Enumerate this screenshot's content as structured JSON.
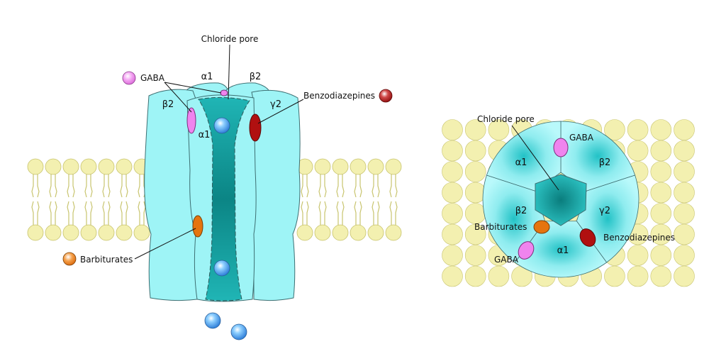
{
  "colors": {
    "channel_fill": "#9ef4f6",
    "channel_stroke": "#3d6f72",
    "pore_dark": "#0e8f8f",
    "pore_mid": "#1fb3b3",
    "lipid": "#f3f0b0",
    "lipid_stroke": "#c8c46e",
    "gaba": "#ef84ee",
    "benzodiazepine": "#b01010",
    "barbiturate": "#e5740e",
    "chloride_ion": "#3d8fe0"
  },
  "side_view": {
    "chloride_pore_label": "Chloride pore",
    "gaba_label": "GABA",
    "benzodiazepines_label": "Benzodiazepines",
    "barbiturates_label": "Barbiturates",
    "subunits": {
      "alpha1_top": "α1",
      "beta2_top": "β2",
      "beta2_left": "β2",
      "alpha1_center": "α1",
      "gamma2_right": "γ2"
    },
    "icons": {
      "gaba": "gaba-molecule-icon",
      "benzodiazepine": "benzodiazepine-molecule-icon",
      "barbiturate": "barbiturate-molecule-icon",
      "ion": "chloride-ion-icon"
    }
  },
  "top_view": {
    "chloride_pore_label": "Chloride pore",
    "gaba_top_label": "GABA",
    "gaba_bottom_label": "GABA",
    "benzodiazepines_label": "Benzodiazepines",
    "barbiturates_label": "Barbiturates",
    "subunits": {
      "alpha1_upper_left": "α1",
      "beta2_upper_right": "β2",
      "beta2_left": "β2",
      "gamma2_right": "γ2",
      "alpha1_bottom": "α1"
    }
  }
}
